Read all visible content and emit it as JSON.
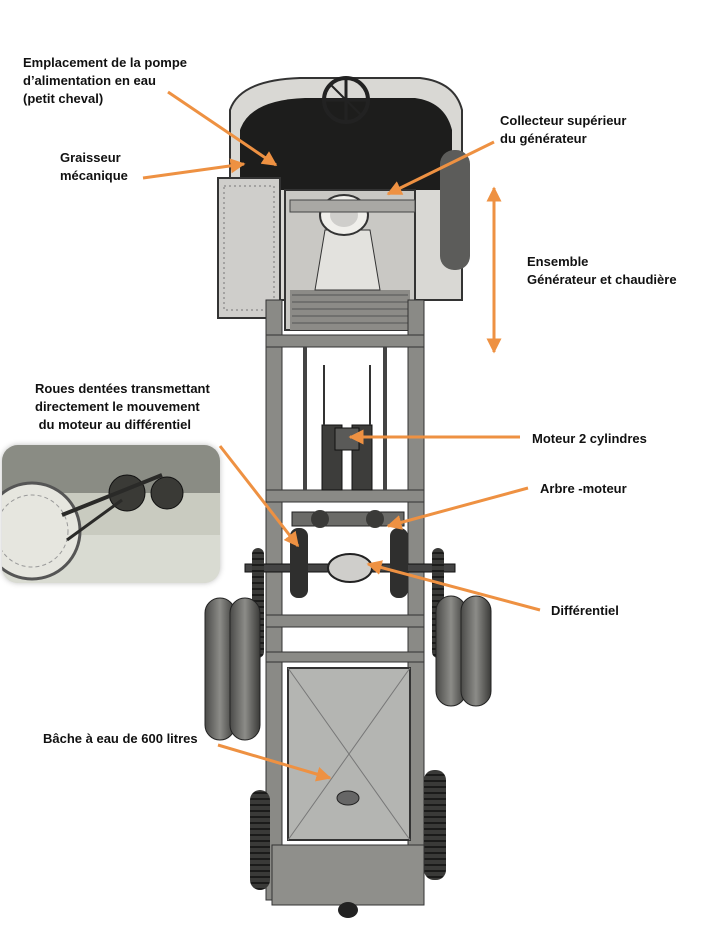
{
  "colors": {
    "arrow": "#ee9142",
    "frame_metal": "#8a8a86",
    "dark_metal": "#2b2b2a",
    "tank_metal": "#b4b5b2",
    "background": "#ffffff"
  },
  "labels": {
    "pompe_line1": "Emplacement de la pompe",
    "pompe_line2": "d’alimentation en eau",
    "pompe_line3": "(petit cheval)",
    "graisseur_line1": "Graisseur",
    "graisseur_line2": "mécanique",
    "collecteur_line1": "Collecteur supérieur",
    "collecteur_line2": "du générateur",
    "ensemble_line1": "Ensemble",
    "ensemble_line2": "Générateur et chaudière",
    "roues_line1": "Roues dentées transmettant",
    "roues_line2": "directement le mouvement",
    "roues_line3": " du moteur au différentiel",
    "moteur": "Moteur 2 cylindres",
    "arbre": "Arbre -moteur",
    "differentiel": "Différentiel",
    "bache": "Bâche à eau de 600 litres"
  },
  "icons": {
    "arrow": "arrow-icon",
    "double_arrow": "double-arrow-icon"
  }
}
